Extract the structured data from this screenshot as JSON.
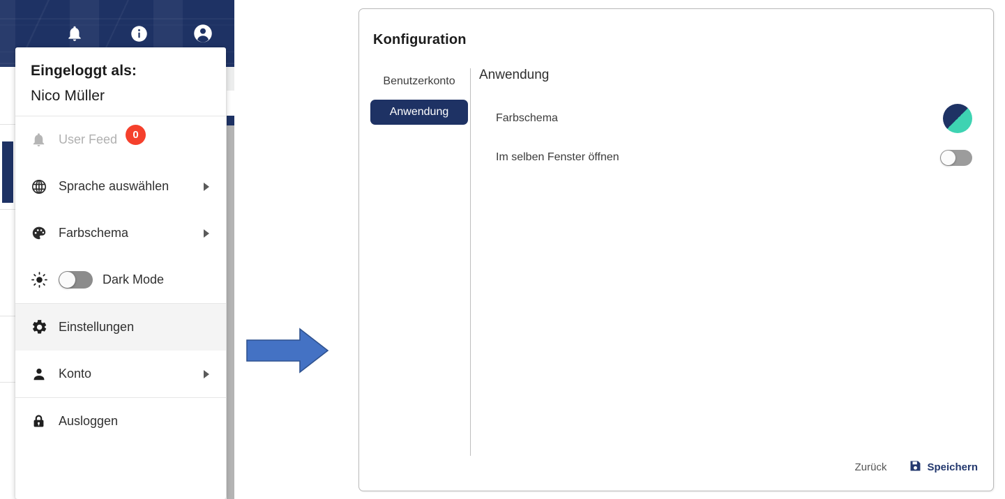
{
  "topbar": {
    "icons": [
      {
        "name": "bell-icon",
        "label": "Benachrichtigungen"
      },
      {
        "name": "info-icon",
        "label": "Information"
      },
      {
        "name": "account-circle-icon",
        "label": "Benutzerkonto"
      }
    ]
  },
  "user_menu": {
    "logged_in_label": "Eingeloggt als:",
    "user_name": "Nico Müller",
    "items": [
      {
        "label": "User Feed",
        "icon": "bell-icon",
        "badge": "0",
        "disabled": true,
        "submenu": false,
        "toggle": null
      },
      {
        "label": "Sprache auswählen",
        "icon": "globe-icon",
        "badge": null,
        "disabled": false,
        "submenu": true,
        "toggle": null
      },
      {
        "label": "Farbschema",
        "icon": "palette-icon",
        "badge": null,
        "disabled": false,
        "submenu": true,
        "toggle": null
      },
      {
        "label": "Dark Mode",
        "icon": "sun-icon",
        "badge": null,
        "disabled": false,
        "submenu": false,
        "toggle": "off"
      },
      {
        "label": "Einstellungen",
        "icon": "gear-icon",
        "badge": null,
        "disabled": false,
        "submenu": false,
        "toggle": null,
        "hovered": true
      },
      {
        "label": "Konto",
        "icon": "person-icon",
        "badge": null,
        "disabled": false,
        "submenu": true,
        "toggle": null
      },
      {
        "label": "Ausloggen",
        "icon": "lock-icon",
        "badge": null,
        "disabled": false,
        "submenu": false,
        "toggle": null
      }
    ]
  },
  "arrow": {
    "name": "right-arrow-annotation",
    "color": "#4472c4",
    "border_color": "#2f528f"
  },
  "dialog": {
    "title": "Konfiguration",
    "tabs": [
      {
        "label": "Benutzerkonto",
        "active": false
      },
      {
        "label": "Anwendung",
        "active": true
      }
    ],
    "section_title": "Anwendung",
    "settings": [
      {
        "label": "Farbschema",
        "control": "color-swatch",
        "value": "navy-teal"
      },
      {
        "label": "Im selben Fenster öffnen",
        "control": "toggle",
        "value": "off"
      }
    ],
    "footer": {
      "back_label": "Zurück",
      "save_label": "Speichern",
      "save_icon": "save-floppy-icon"
    }
  },
  "colors": {
    "navy": "#1e3264",
    "teal": "#3ed3b2",
    "badge_red": "#f5402c",
    "arrow_blue": "#4472c4",
    "save_blue": "#23386e"
  }
}
